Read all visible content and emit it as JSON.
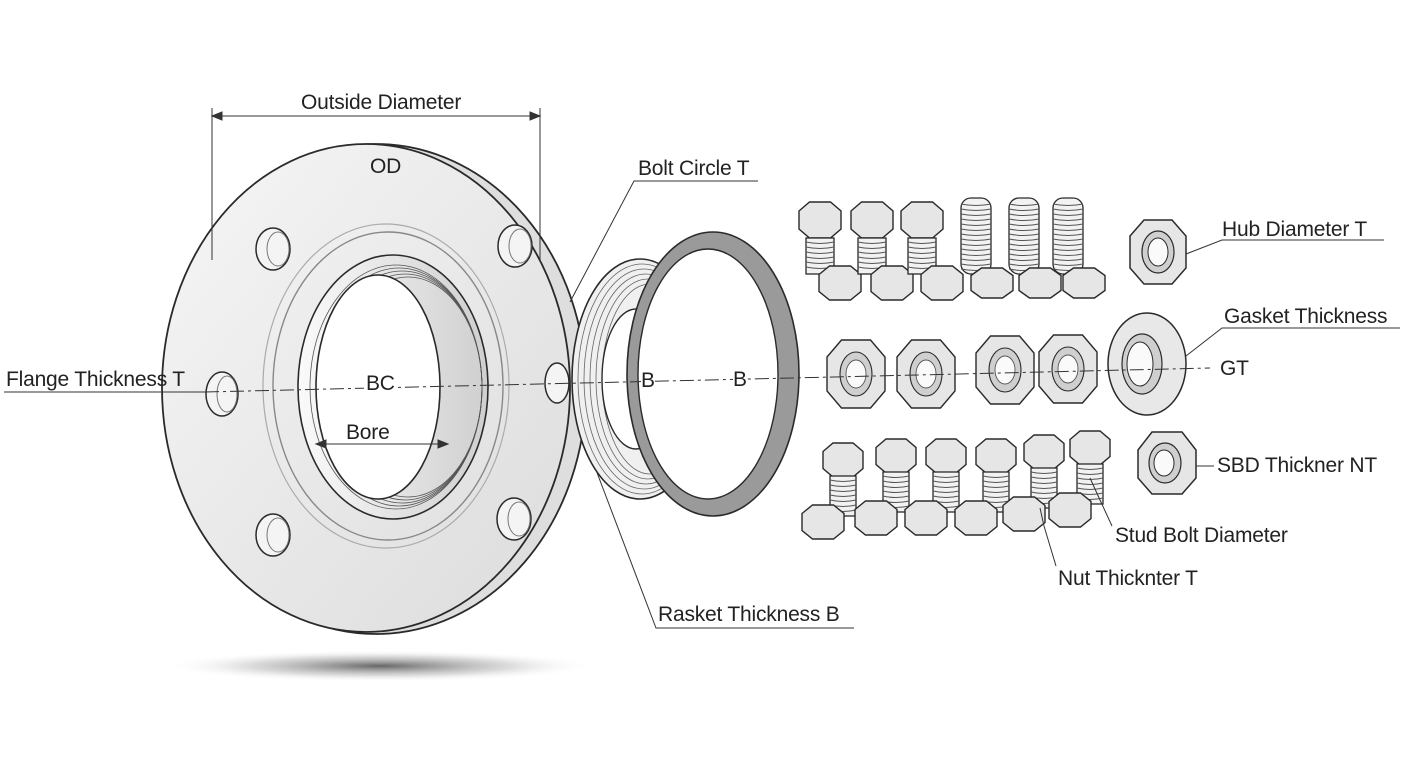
{
  "labels": {
    "outside_diameter": "Outside Diameter",
    "od": "OD",
    "bolt_circle": "Bolt Circle  T",
    "hub_diameter": "Hub Diameter  T",
    "gasket_thickness": "Gasket Thickness",
    "gt": "GT",
    "flange_thickness": "Flange Thickness  T",
    "bc": "BC",
    "b_left": "B",
    "b_right": "B",
    "bore": "Bore",
    "sbd_thickner": "SBD Thickner  NT",
    "stud_bolt_diameter": "Stud Bolt Diameter",
    "nut_thicknter": "Nut Thicknter  T",
    "rasket_thickness": "Rasket Thickness  B"
  },
  "components": {
    "flange_bolt_holes": 6,
    "top_row_bolts": 6,
    "middle_row_nuts": 4,
    "bottom_row_stud_bolts": 6
  },
  "colors": {
    "line": "#2a2a2a",
    "fill": "#ececec",
    "gasket_ring": "#9a9a9a"
  }
}
